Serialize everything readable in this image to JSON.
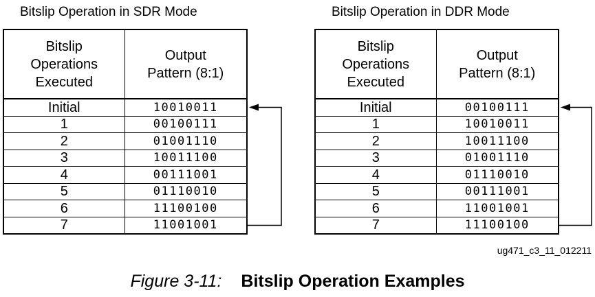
{
  "tables": [
    {
      "title": "Bitslip Operation in SDR Mode",
      "headers": [
        "Bitslip Operations Executed",
        "Output Pattern (8:1)"
      ],
      "rows": [
        {
          "op": "Initial",
          "pattern": "10010011"
        },
        {
          "op": "1",
          "pattern": "00100111"
        },
        {
          "op": "2",
          "pattern": "01001110"
        },
        {
          "op": "3",
          "pattern": "10011100"
        },
        {
          "op": "4",
          "pattern": "00111001"
        },
        {
          "op": "5",
          "pattern": "01110010"
        },
        {
          "op": "6",
          "pattern": "11100100"
        },
        {
          "op": "7",
          "pattern": "11001001"
        }
      ]
    },
    {
      "title": "Bitslip Operation in DDR Mode",
      "headers": [
        "Bitslip Operations Executed",
        "Output Pattern (8:1)"
      ],
      "rows": [
        {
          "op": "Initial",
          "pattern": "00100111"
        },
        {
          "op": "1",
          "pattern": "10010011"
        },
        {
          "op": "2",
          "pattern": "10011100"
        },
        {
          "op": "3",
          "pattern": "01001110"
        },
        {
          "op": "4",
          "pattern": "01110010"
        },
        {
          "op": "5",
          "pattern": "00111001"
        },
        {
          "op": "6",
          "pattern": "11001001"
        },
        {
          "op": "7",
          "pattern": "11100100"
        }
      ]
    }
  ],
  "figure_id": "ug471_c3_11_012211",
  "caption": {
    "number": "Figure 3-11:",
    "title": "Bitslip Operation Examples"
  }
}
